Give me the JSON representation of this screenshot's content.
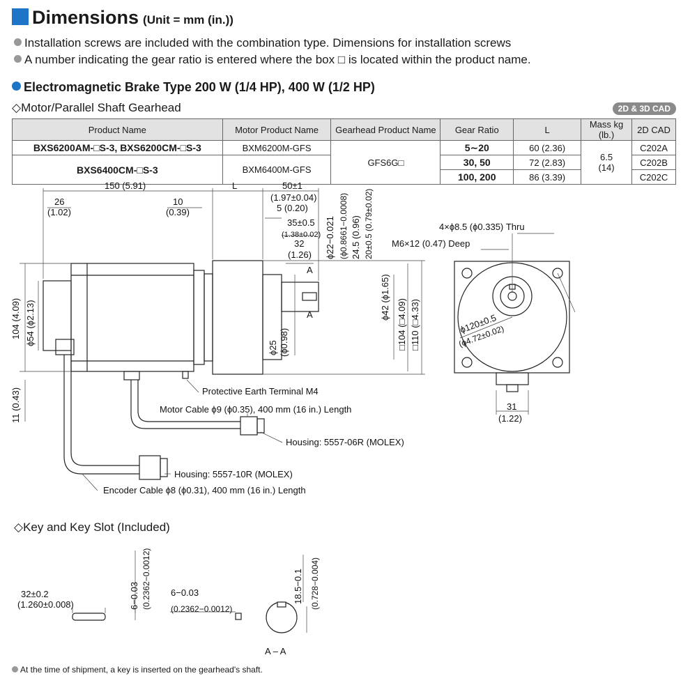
{
  "header": {
    "title": "Dimensions",
    "unit": "(Unit = mm (in.))"
  },
  "notes": [
    "Installation screws are included with the combination type. Dimensions for installation screws",
    "A number indicating the gear ratio is entered where the box □ is located within the product name."
  ],
  "section": {
    "title": "Electromagnetic Brake Type  200 W (1/4 HP), 400 W (1/2 HP)",
    "subsection": "◇Motor/Parallel Shaft Gearhead",
    "cad_badge": "2D & 3D CAD"
  },
  "table": {
    "headers": [
      "Product Name",
      "Motor Product Name",
      "Gearhead Product Name",
      "Gear Ratio",
      "L",
      "Mass kg (lb.)",
      "2D CAD"
    ],
    "product_1": "BXS6200AM-□S-3, BXS6200CM-□S-3",
    "product_2": "BXS6400CM-□S-3",
    "motor_1": "BXM6200M-GFS",
    "motor_2": "BXM6400M-GFS",
    "gearhead": "GFS6G□",
    "ratios": [
      "5∼20",
      "30, 50",
      "100, 200"
    ],
    "lengths": [
      "60 (2.36)",
      "72 (2.83)",
      "86 (3.39)"
    ],
    "mass": "6.5",
    "mass_lb": "(14)",
    "cad": [
      "C202A",
      "C202B",
      "C202C"
    ]
  },
  "drawing": {
    "dims": {
      "d150": "150 (5.91)",
      "d26": "26",
      "d26in": "(1.02)",
      "d10": "10",
      "d10in": "(0.39)",
      "dL": "L",
      "d50": "50±1",
      "d50in": "(1.97±0.04)",
      "d5": "5 (0.20)",
      "d35": "35±0.5",
      "d35in": "(1.38±0.02)",
      "d32": "32",
      "d32in": "(1.26)",
      "d22": "ϕ22−0.021",
      "d22in": "(ϕ0.8661−0.0008)",
      "d245": "24.5 (0.96)",
      "d20": "20±0.5 (0.79±0.02)",
      "d104l": "104 (4.09)",
      "d54": "ϕ54 (ϕ2.13)",
      "d11": "11 (0.43)",
      "d25": "ϕ25",
      "d25in": "(ϕ0.98)",
      "d42": "ϕ42 (ϕ1.65)",
      "d104sq": "□104 (□4.09)",
      "d110sq": "□110 (□4.33)",
      "sectionA": "A",
      "holes": "4×ϕ8.5 (ϕ0.335) Thru",
      "tap": "M6×12 (0.47) Deep",
      "d120": "ϕ120±0.5",
      "d120in": "(ϕ4.72±0.02)",
      "d31": "31",
      "d31in": "(1.22)"
    },
    "labels": {
      "pe": "Protective Earth Terminal M4",
      "motor_cable": "Motor Cable ϕ9 (ϕ0.35), 400 mm (16 in.) Length",
      "housing1": "Housing: 5557-06R (MOLEX)",
      "housing2": "Housing: 5557-10R (MOLEX)",
      "encoder_cable": "Encoder Cable ϕ8 (ϕ0.31), 400 mm (16 in.) Length"
    }
  },
  "key": {
    "title": "◇Key and Key Slot (Included)",
    "len": "32±0.2",
    "len_in": "(1.260±0.008)",
    "h": "6−0.03",
    "h_in": "(0.2362−0.0012)",
    "w": "6−0.03",
    "w_in": "(0.2362−0.0012)",
    "slot": "18.5−0.1",
    "slot_in": "(0.728−0.004)",
    "section": "A – A"
  },
  "footnote": "At the time of shipment, a key is inserted on the gearhead's shaft."
}
